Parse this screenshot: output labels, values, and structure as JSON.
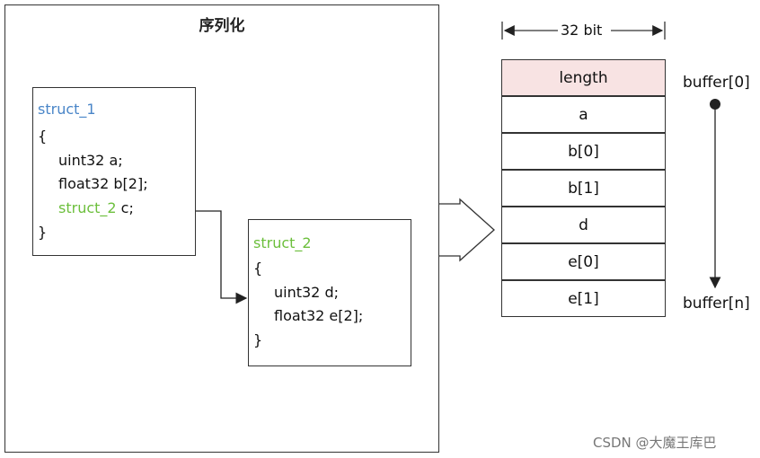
{
  "diagram": {
    "title": "序列化",
    "struct_1": {
      "name": "struct_1",
      "open": "{",
      "fields": [
        "uint32 a;",
        "float32 b[2];"
      ],
      "nested_type": "struct_2",
      "nested_field": " c;",
      "close": "}"
    },
    "struct_2": {
      "name": "struct_2",
      "open": "{",
      "fields": [
        "uint32 d;",
        "float32 e[2];"
      ],
      "close": "}"
    },
    "buffer": {
      "width_label": "32 bit",
      "cells": [
        "length",
        "a",
        "b[0]",
        "b[1]",
        "d",
        "e[0]",
        "e[1]"
      ],
      "start_label": "buffer[0]",
      "end_label": "buffer[n]"
    },
    "colors": {
      "struct_1_name": "#4a86c8",
      "struct_2_name": "#6cbf3c",
      "length_cell_fill": "#f8e3e3",
      "line": "#333333"
    },
    "watermark": "CSDN @大魔王库巴"
  }
}
